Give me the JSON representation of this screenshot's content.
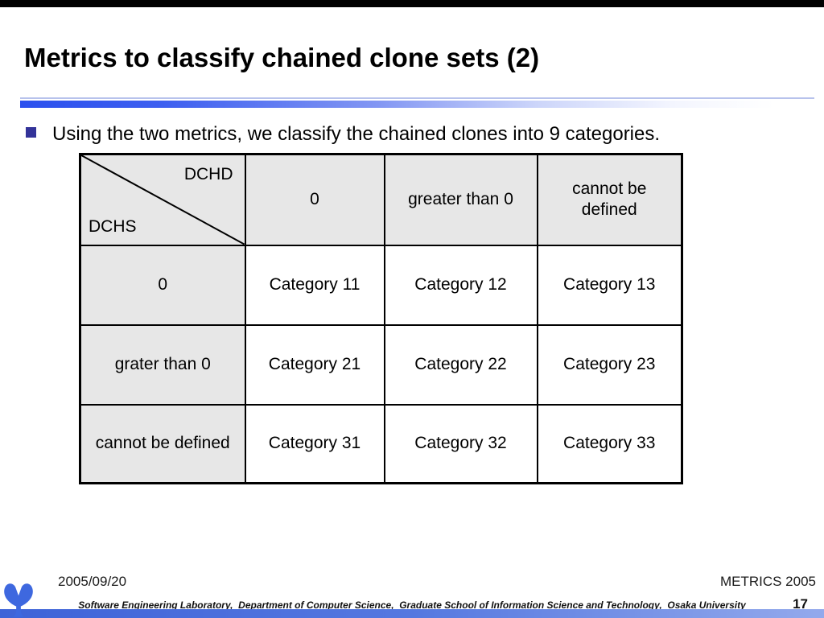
{
  "slide": {
    "title": "Metrics to classify chained clone sets (2)",
    "bullet_text": "Using the two metrics, we classify the chained clones into 9 categories."
  },
  "table": {
    "corner": {
      "top_label": "DCHD",
      "bottom_label": "DCHS"
    },
    "column_headers": [
      "0",
      "greater than 0",
      "cannot be defined"
    ],
    "row_headers": [
      "0",
      "grater than 0",
      "cannot be defined"
    ],
    "cells": [
      [
        "Category 11",
        "Category 12",
        "Category 13"
      ],
      [
        "Category 21",
        "Category 22",
        "Category 23"
      ],
      [
        "Category 31",
        "Category 32",
        "Category 33"
      ]
    ]
  },
  "footer": {
    "date": "2005/09/20",
    "conference": "METRICS 2005",
    "affiliation": "Software Engineering Laboratory,  Department of Computer Science,  Graduate School of Information Science and Technology,  Osaka University",
    "page_number": "17",
    "logo": "osaka-university-logo"
  },
  "colors": {
    "accent_blue": "#2b50ee",
    "bullet_blue": "#333399",
    "logo_blue": "#3e68df",
    "table_header_bg": "#e7e7e7",
    "top_bar": "#000000",
    "bottom_bar_left": "#3e63d8",
    "bottom_bar_right": "#93a9ec"
  }
}
